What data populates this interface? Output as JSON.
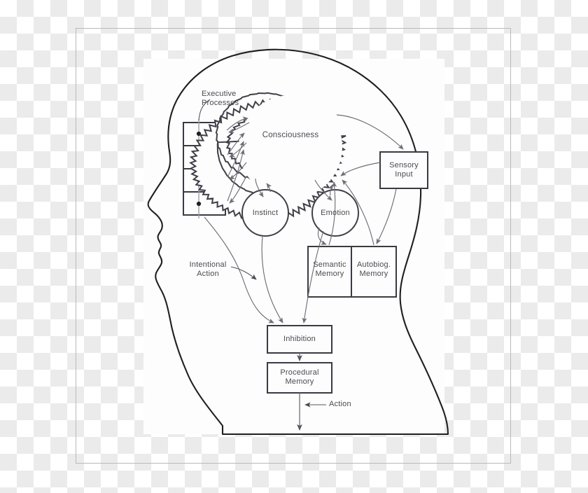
{
  "figure": {
    "title": "Model of consciousness, memory and action in the human head",
    "background": "transparent-checkerboard",
    "panel_color": "#fdfdfd",
    "line_color": "#2b2b2b",
    "arrow_color": "#6e6e78",
    "text_color": "#4a4a52"
  },
  "nodes": {
    "consciousness": {
      "label": "Consciousness",
      "shape": "starburst-circle"
    },
    "instinct": {
      "label": "Instinct",
      "shape": "circle"
    },
    "emotion": {
      "label": "Emotion",
      "shape": "circle"
    },
    "sensory_input": {
      "label": "Sensory\nInput",
      "shape": "rect"
    },
    "semantic_memory": {
      "label": "Semantic\nMemory",
      "shape": "rect"
    },
    "autobiog_memory": {
      "label": "Autobiog.\nMemory",
      "shape": "rect"
    },
    "inhibition": {
      "label": "Inhibition",
      "shape": "rect"
    },
    "procedural_memory": {
      "label": "Procedural\nMemory",
      "shape": "rect"
    },
    "executive_processes": {
      "label": "Executive\nProcesses",
      "shape": "stacked-rects",
      "slots": 4
    }
  },
  "annotations": {
    "intentional_action": "Intentional\nAction",
    "action": "Action"
  },
  "edges": [
    {
      "from": "executive_processes",
      "to": "consciousness",
      "kind": "bidirectional-curve"
    },
    {
      "from": "consciousness",
      "to": "executive_processes",
      "kind": "curve"
    },
    {
      "from": "consciousness",
      "to": "instinct",
      "kind": "curve"
    },
    {
      "from": "consciousness",
      "to": "emotion",
      "kind": "curve"
    },
    {
      "from": "consciousness",
      "to": "sensory_input",
      "kind": "curve"
    },
    {
      "from": "sensory_input",
      "to": "consciousness",
      "kind": "curve"
    },
    {
      "from": "semantic_memory",
      "to": "consciousness",
      "kind": "curve"
    },
    {
      "from": "autobiog_memory",
      "to": "consciousness",
      "kind": "curve"
    },
    {
      "from": "emotion",
      "to": "semantic_memory",
      "kind": "curve"
    },
    {
      "from": "sensory_input",
      "to": "autobiog_memory",
      "kind": "curve"
    },
    {
      "from": "instinct",
      "to": "inhibition",
      "kind": "curve"
    },
    {
      "from": "emotion",
      "to": "inhibition",
      "kind": "curve"
    },
    {
      "from": "executive_processes",
      "to": "inhibition",
      "kind": "curve"
    },
    {
      "from": "inhibition",
      "to": "procedural_memory",
      "kind": "straight"
    },
    {
      "from": "procedural_memory",
      "to": "action",
      "kind": "straight"
    }
  ]
}
